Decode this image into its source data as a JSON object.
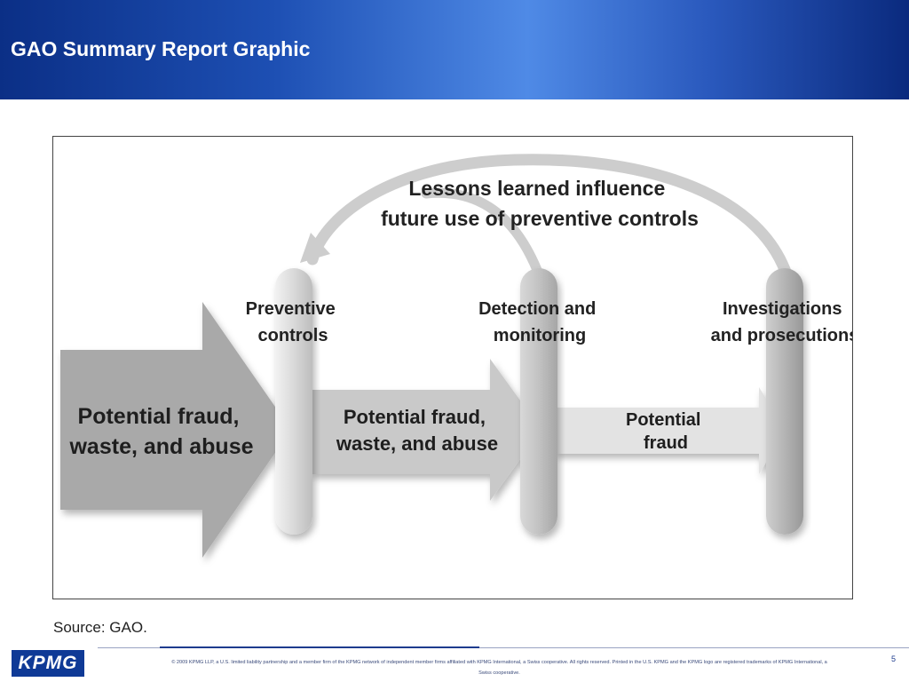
{
  "header": {
    "title": "GAO Summary Report Graphic"
  },
  "diagram": {
    "feedback_label": [
      "Lessons learned influence",
      "future use of preventive controls"
    ],
    "stages": [
      {
        "label": [
          "Preventive",
          "controls"
        ]
      },
      {
        "label": [
          "Detection and",
          "monitoring"
        ]
      },
      {
        "label": [
          "Investigations",
          "and prosecutions"
        ]
      }
    ],
    "flows": [
      {
        "label": [
          "Potential fraud,",
          "waste, and abuse"
        ]
      },
      {
        "label": [
          "Potential fraud,",
          "waste, and abuse"
        ]
      },
      {
        "label": [
          "Potential",
          "fraud"
        ]
      }
    ]
  },
  "source": "Source: GAO.",
  "footer": {
    "logo_text": "KPMG",
    "copyright": "© 2009 KPMG LLP, a U.S. limited liability partnership and a member firm of the KPMG network of independent member firms affiliated with KPMG International, a Swiss cooperative. All rights reserved. Printed in the U.S. KPMG and the KPMG logo are registered trademarks of KPMG International, a Swiss cooperative.",
    "page_number": "5"
  },
  "colors": {
    "header_start": "#0b2f86",
    "header_mid": "#4f8ae6",
    "arrow_dark": "#a8a8a8",
    "arrow_mid": "#c4c4c4",
    "arrow_light": "#e0e0e0",
    "feedback_arc": "#cfcfcf"
  }
}
